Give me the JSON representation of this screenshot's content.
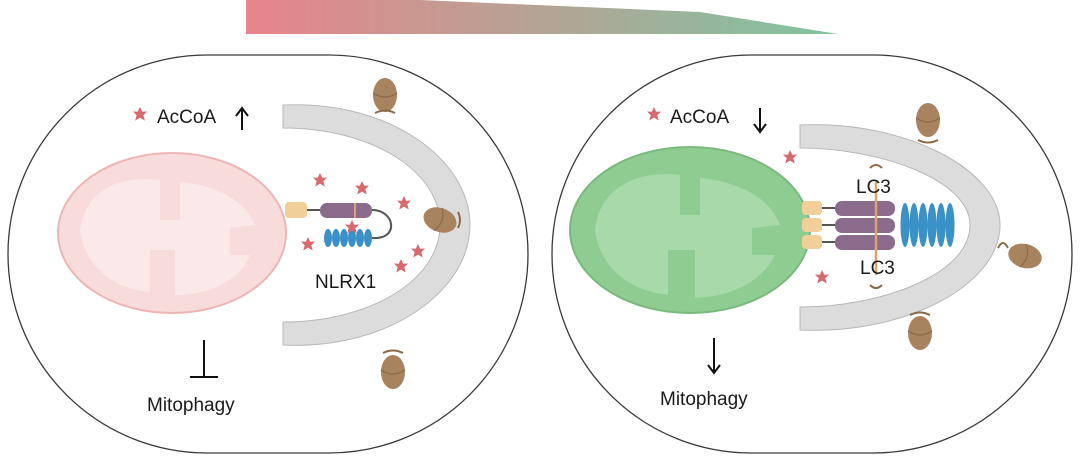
{
  "gradient_bar": {
    "start_color": "#e8848a",
    "end_color": "#7fc4a0"
  },
  "left_panel": {
    "acoa_label": "AcCoA",
    "acoa_arrow": "↑",
    "protein_label": "NLRX1",
    "outcome_label": "Mitophagy",
    "outcome_symbol": "inhibit",
    "mitochondrion_color": "#f8dcdc",
    "mitochondrion_outline": "#eeb5b5"
  },
  "right_panel": {
    "acoa_label": "AcCoA",
    "acoa_arrow": "↓",
    "lc3_top_label": "LC3",
    "lc3_bottom_label": "LC3",
    "outcome_label": "Mitophagy",
    "outcome_symbol": "arrow-down",
    "mitochondrion_color": "#8fcc92",
    "mitochondrion_outline": "#7ab97d"
  },
  "colors": {
    "acoa_star": "#d66a6e",
    "phagophore": "#dcdcdc",
    "receptor_purple": "#8a6b8c",
    "receptor_blue": "#3a91c8",
    "anchor_yellow": "#f0cf98",
    "vesicle_brown": "#a8835f"
  }
}
